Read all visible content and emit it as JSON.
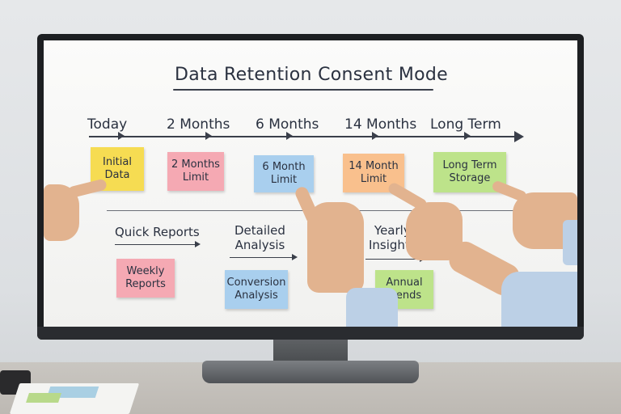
{
  "board": {
    "title": "Data Retention Consent Mode",
    "timeline": [
      "Today",
      "2 Months",
      "6 Months",
      "14 Months",
      "Long Term"
    ],
    "notes": [
      {
        "text": "Initial\nData",
        "color": "#f6dc52"
      },
      {
        "text": "2 Months\nLimit",
        "color": "#f5a9b3"
      },
      {
        "text": "6 Month\nLimit",
        "color": "#a9cfee"
      },
      {
        "text": "14 Month\nLimit",
        "color": "#f9c08d"
      },
      {
        "text": "Long Term\nStorage",
        "color": "#bde38a"
      }
    ],
    "sections": [
      "Quick Reports",
      "Detailed\nAnalysis",
      "Yearly\nInsights"
    ],
    "section_notes": [
      {
        "text": "Weekly\nReports",
        "color": "#f5a9b3"
      },
      {
        "text": "Conversion\nAnalysis",
        "color": "#a9cfee"
      },
      {
        "text": "Annual\nTrends",
        "color": "#bde38a"
      }
    ]
  }
}
